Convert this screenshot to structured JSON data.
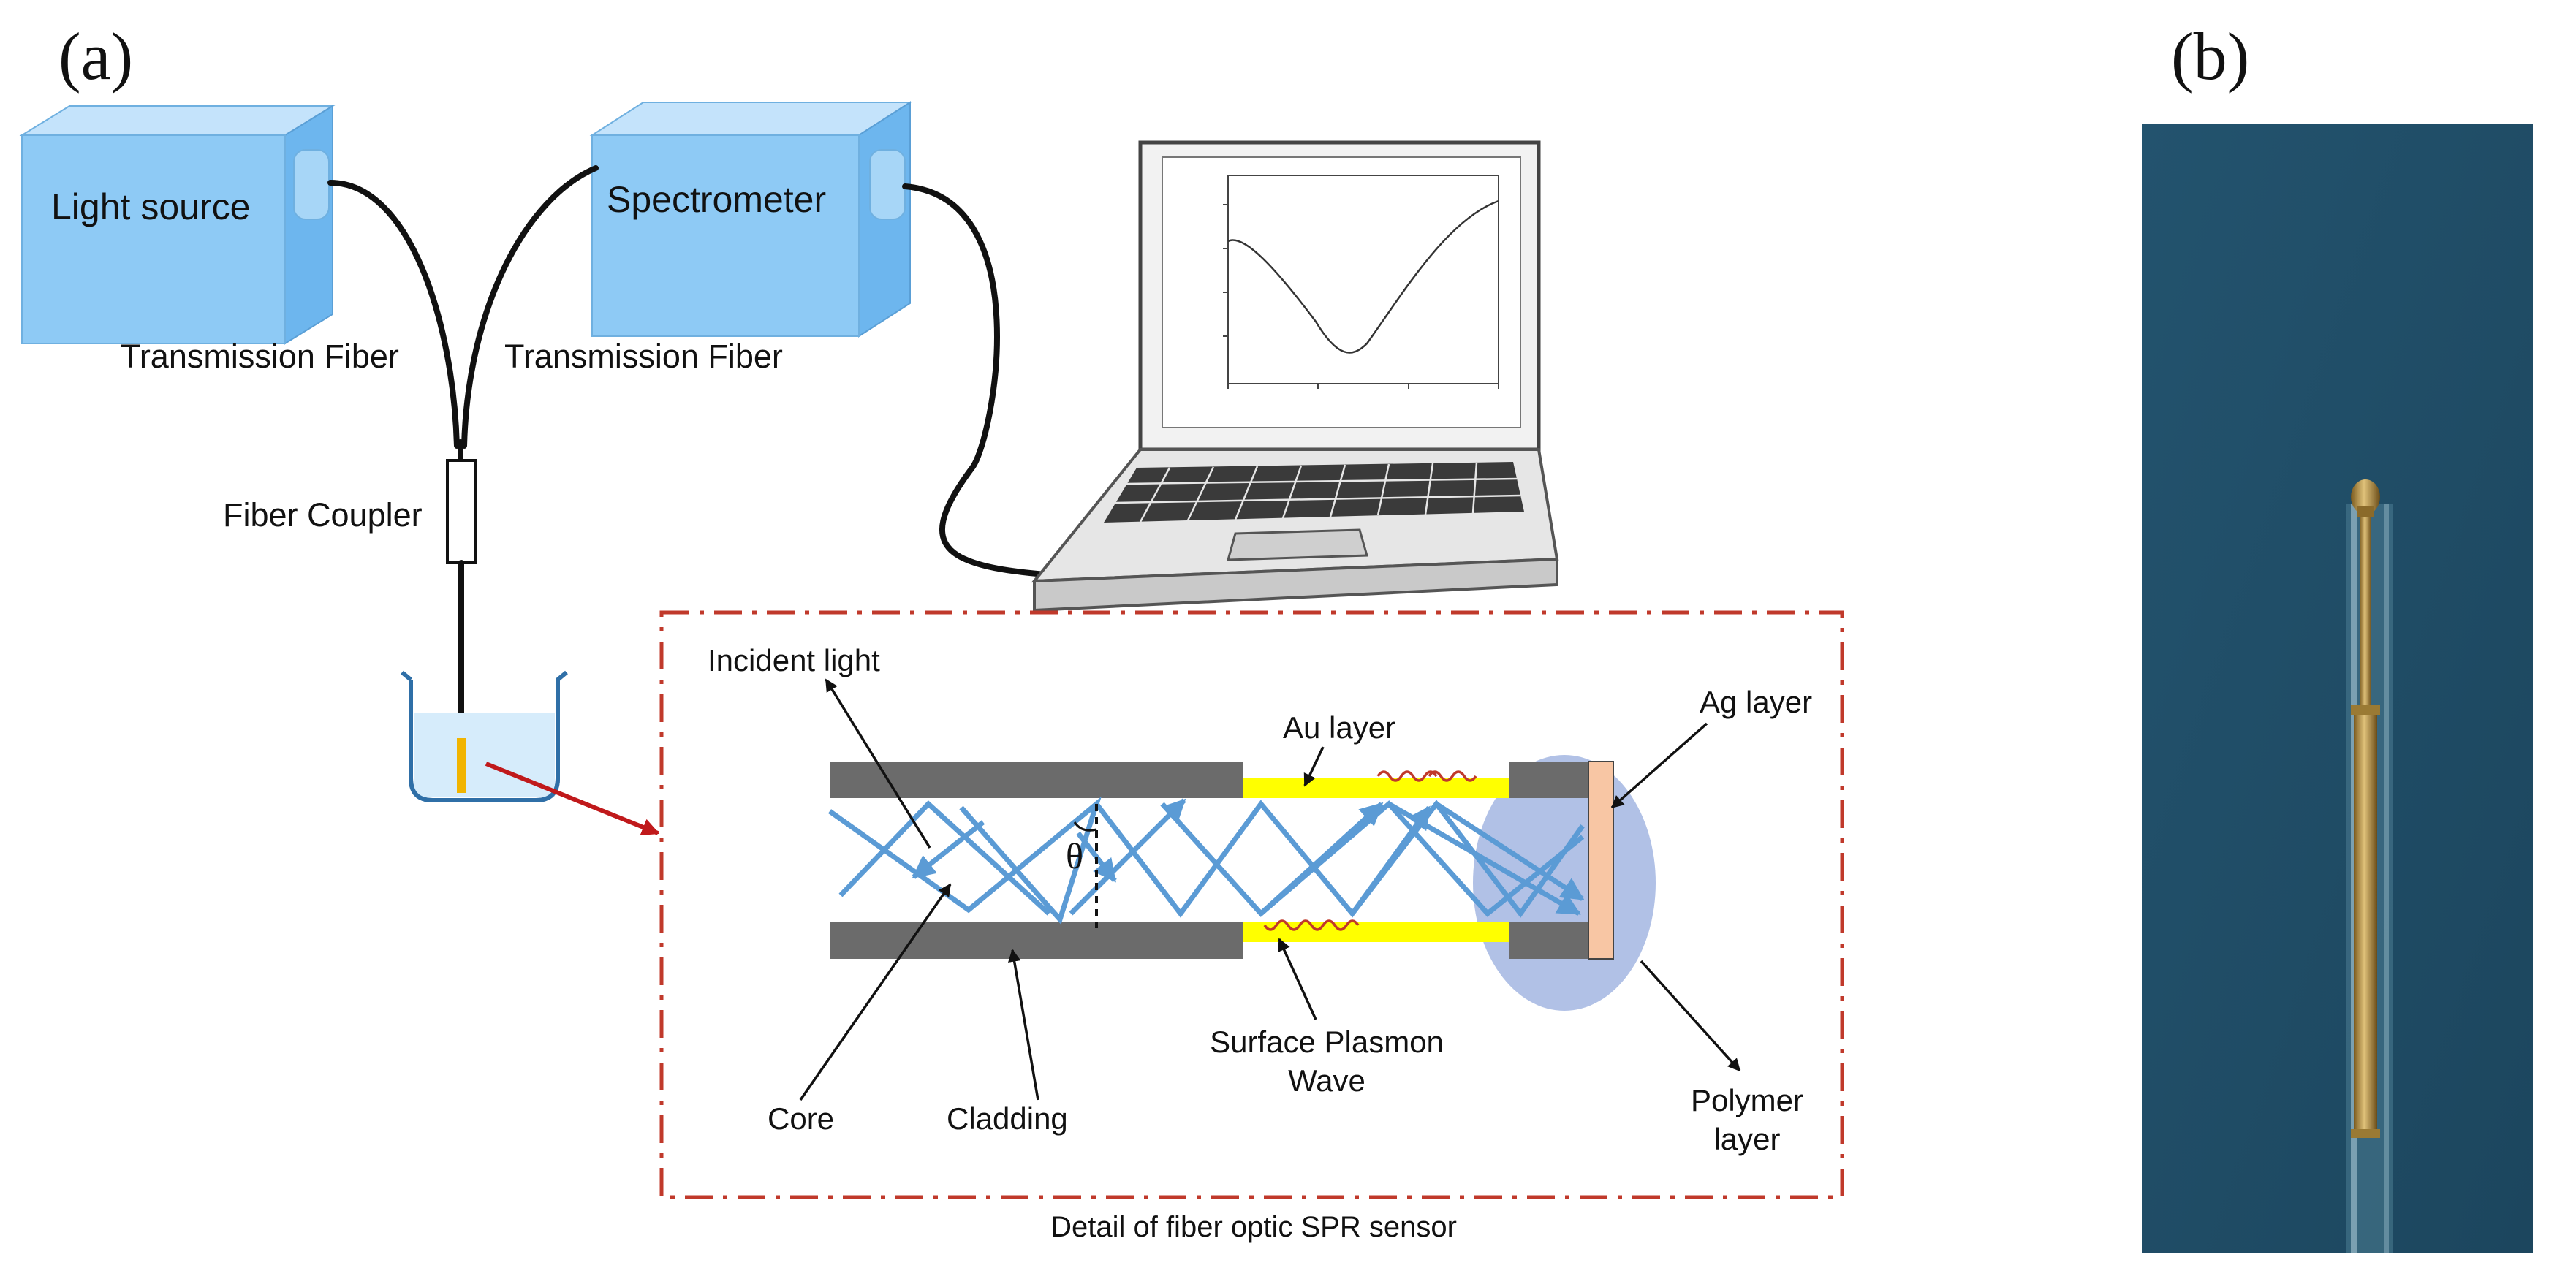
{
  "panel_a": {
    "label": "(a)",
    "light_source": "Light source",
    "spectrometer": "Spectrometer",
    "transmission_fiber_left": "Transmission Fiber",
    "transmission_fiber_right": "Transmission Fiber",
    "fiber_coupler": "Fiber Coupler",
    "detail": {
      "caption": "Detail of fiber optic SPR sensor",
      "incident_light": "Incident light",
      "au_layer": "Au layer",
      "ag_layer": "Ag layer",
      "theta": "θ",
      "core": "Core",
      "cladding": "Cladding",
      "spw_line1": "Surface Plasmon",
      "spw_line2": "Wave",
      "polymer_line1": "Polymer",
      "polymer_line2": "layer"
    }
  },
  "panel_b": {
    "label": "(b)"
  },
  "colors": {
    "instrument_box": "#8ecaf5",
    "ray": "#5b9bd5",
    "gold": "#ffff00",
    "dashed_border": "#c0392b",
    "photo_background": "#21506a",
    "probe": "#b8923a"
  }
}
